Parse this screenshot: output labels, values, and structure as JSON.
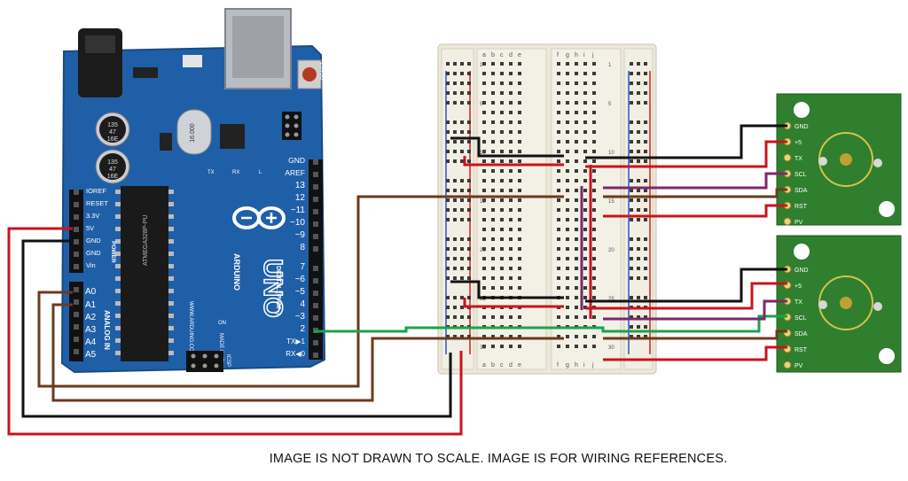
{
  "arduino": {
    "board_name": "UNO",
    "brand": "ARDUINO",
    "reset_label": "RESET",
    "icsp_label": "ICSP",
    "on_label": "ON",
    "tx_label": "TX",
    "rx_label": "RX",
    "l_label": "L",
    "made_in": "MADE IN ITALY",
    "website": "WWW.ARDUINO.CC",
    "chip_label": "ATMEGA328P-PU",
    "crystal_label": "16.000",
    "cap_label_1": "135\n47\n16E",
    "power_header_label": "POWER",
    "analog_header_label": "ANALOG IN",
    "digital_header_label": "DIGITAL (PWM~)",
    "power_pins": [
      "IOREF",
      "RESET",
      "3.3V",
      "5V",
      "GND",
      "GND",
      "Vin"
    ],
    "analog_pins": [
      "A0",
      "A1",
      "A2",
      "A3",
      "A4",
      "A5"
    ],
    "digital_pins_top": [
      "GND",
      "AREF",
      "13",
      "12",
      "~11",
      "~10",
      "~9",
      "8"
    ],
    "digital_pins_bottom": [
      "7",
      "~6",
      "~5",
      "4",
      "~3",
      "2",
      "TX▶1",
      "RX◀0"
    ]
  },
  "breadboard": {
    "column_letters_left": [
      "a",
      "b",
      "c",
      "d",
      "e"
    ],
    "column_letters_right": [
      "f",
      "g",
      "h",
      "i",
      "j"
    ],
    "row_numbers": [
      "1",
      "5",
      "10",
      "15",
      "20",
      "25",
      "30"
    ]
  },
  "sensors": [
    {
      "pins": [
        "GND",
        "+5",
        "TX",
        "SCL",
        "SDA",
        "RST",
        "PV"
      ]
    },
    {
      "pins": [
        "GND",
        "+5",
        "TX",
        "SCL",
        "SDA",
        "RST",
        "PV"
      ]
    }
  ],
  "colors": {
    "wire_red": "#c8141e",
    "wire_black": "#111111",
    "wire_brown": "#6b3a1e",
    "wire_purple": "#7a2a6a",
    "wire_green": "#1aa34a",
    "board_blue": "#1f5fa8",
    "pcb_green": "#2e7d2e"
  },
  "caption": "IMAGE IS NOT DRAWN TO SCALE.  IMAGE IS FOR WIRING REFERENCES."
}
